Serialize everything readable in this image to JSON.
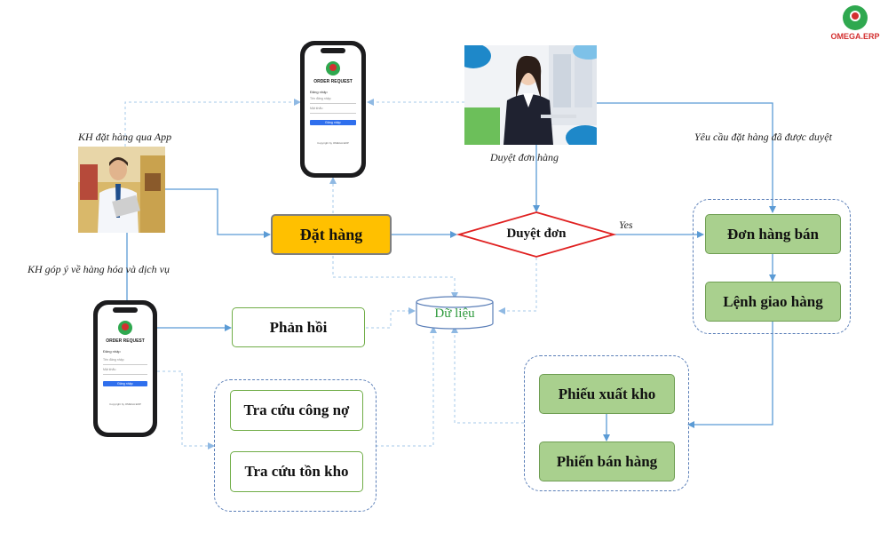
{
  "brand": {
    "name": "OMEGA.ERP",
    "primary_color": "#d32f2f",
    "secondary_color": "#2fa84f"
  },
  "captions": {
    "order_via_app": "KH đặt hàng qua App",
    "feedback": "KH góp ý về hàng hóa và dịch vụ",
    "approve_order": "Duyệt đơn hàng",
    "approved_request": "Yêu cầu đặt hàng đã được duyệt",
    "yes": "Yes"
  },
  "nodes": {
    "place_order": "Đặt hàng",
    "approve": "Duyệt đơn",
    "sales_order": "Đơn hàng bán",
    "delivery_order": "Lệnh giao hàng",
    "feedback": "Phản hồi",
    "data": "Dữ liệu",
    "debt_lookup": "Tra cứu công nợ",
    "stock_lookup": "Tra cứu tồn kho",
    "warehouse_slip": "Phiếu xuất kho",
    "sales_slip": "Phiến bán hàng"
  },
  "phone": {
    "title": "ORDER REQUEST",
    "login": "Đăng nhập",
    "username_placeholder": "Tên đăng nhập",
    "password_placeholder": "Mật khẩu",
    "button": "Đăng nhập",
    "footer": "Copyright by OMEGA ERP"
  },
  "colors": {
    "arrow": "#5b9bd5",
    "dashed": "#a6c8e8",
    "green_fill": "#a9d08e",
    "orange_fill": "#ffc000",
    "diamond_border": "#e02020"
  }
}
